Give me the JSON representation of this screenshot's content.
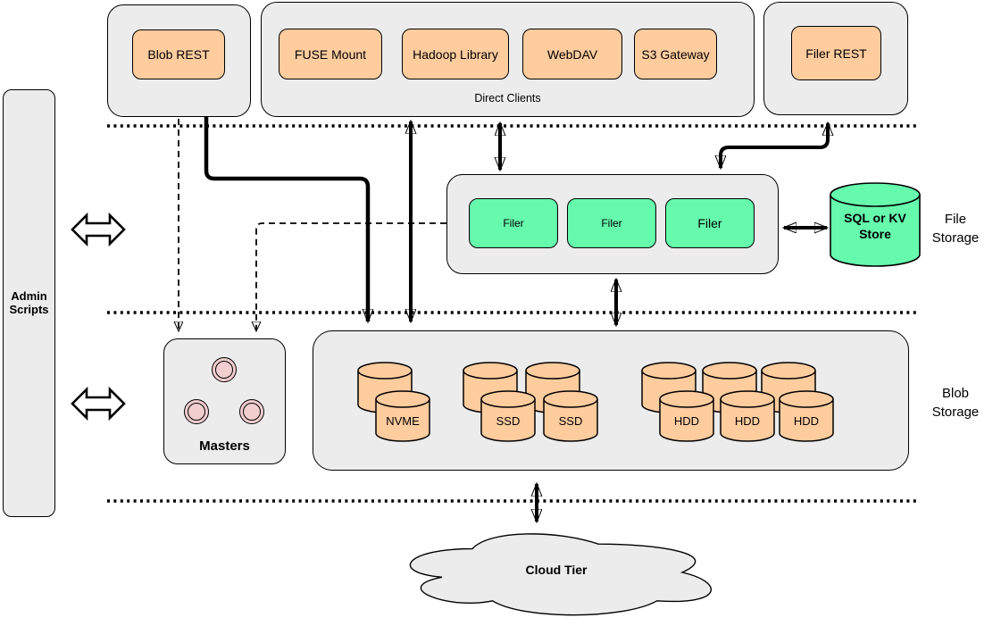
{
  "admin_scripts": {
    "label": "Admin Scripts"
  },
  "client_layer": {
    "blob_rest": "Blob REST",
    "direct_clients_label": "Direct Clients",
    "direct_clients": [
      "FUSE Mount",
      "Hadoop Library",
      "WebDAV",
      "S3 Gateway"
    ],
    "filer_rest": "Filer REST"
  },
  "file_storage": {
    "filers": [
      "Filer",
      "Filer",
      "Filer"
    ],
    "store_label": "SQL or KV Store",
    "side_label": "File Storage"
  },
  "masters": {
    "label": "Masters"
  },
  "blob_storage": {
    "disks": [
      "NVME",
      "SSD",
      "SSD",
      "HDD",
      "HDD",
      "HDD"
    ],
    "side_label": "Blob Storage"
  },
  "cloud": {
    "label": "Cloud Tier"
  },
  "colors": {
    "panel_gray": "#ECECEC",
    "orange": "#FFCC9E",
    "green": "#66FAAD",
    "pink": "#F2CECE",
    "stroke": "#000000",
    "background": "#FFFFFF"
  }
}
